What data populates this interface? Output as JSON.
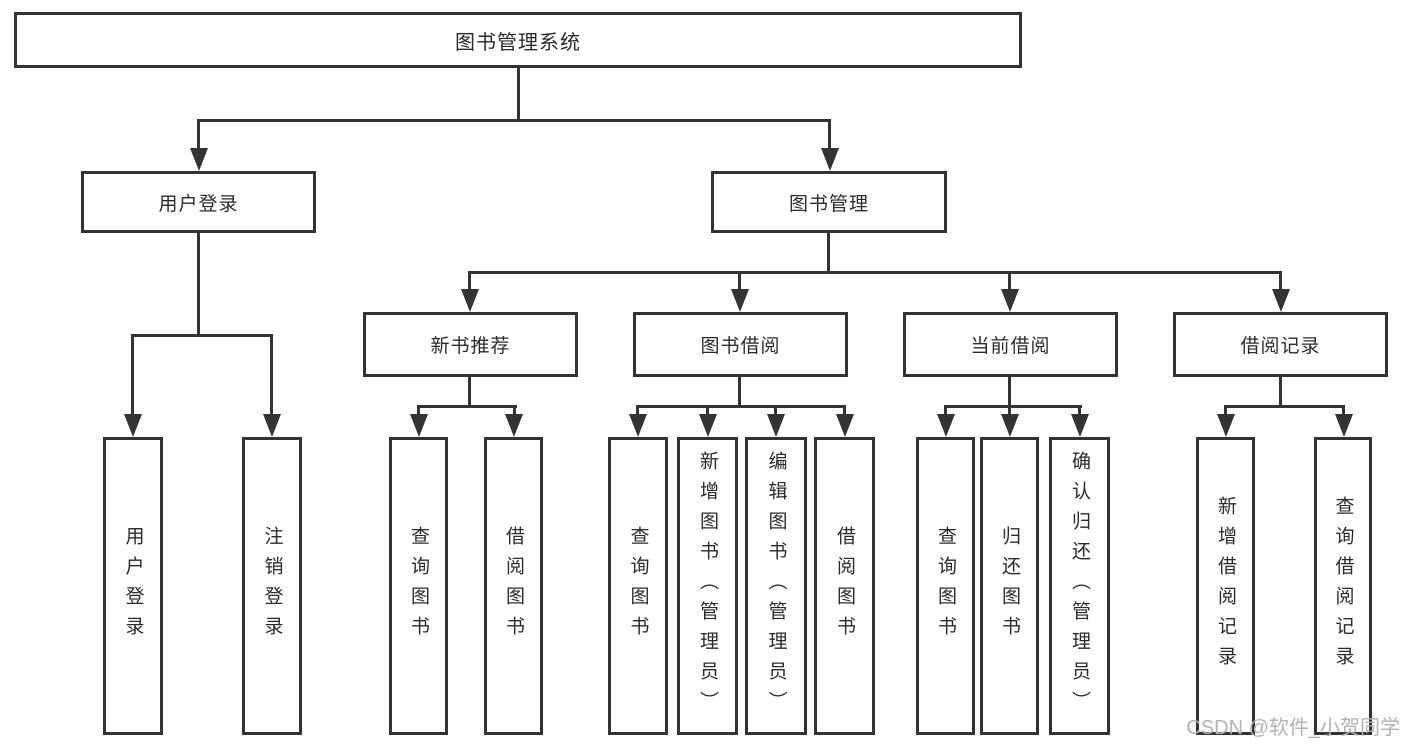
{
  "title": "图书管理系统",
  "level2": [
    {
      "label": "用户登录"
    },
    {
      "label": "图书管理"
    }
  ],
  "level3": [
    {
      "label": "新书推荐"
    },
    {
      "label": "图书借阅"
    },
    {
      "label": "当前借阅"
    },
    {
      "label": "借阅记录"
    }
  ],
  "leaves": [
    {
      "label": "用户登录"
    },
    {
      "label": "注销登录"
    },
    {
      "label": "查询图书"
    },
    {
      "label": "借阅图书"
    },
    {
      "label": "查询图书"
    },
    {
      "label": "新增图书（管理员）"
    },
    {
      "label": "编辑图书（管理员）"
    },
    {
      "label": "借阅图书"
    },
    {
      "label": "查询图书"
    },
    {
      "label": "归还图书"
    },
    {
      "label": "确认归还（管理员）"
    },
    {
      "label": "新增借阅记录"
    },
    {
      "label": "查询借阅记录"
    }
  ],
  "watermark": "CSDN @软件_小贺同学",
  "colors": {
    "line": "#333333",
    "text": "#2b2b2b",
    "background": "#ffffff",
    "watermark": "#b3b3b3"
  }
}
